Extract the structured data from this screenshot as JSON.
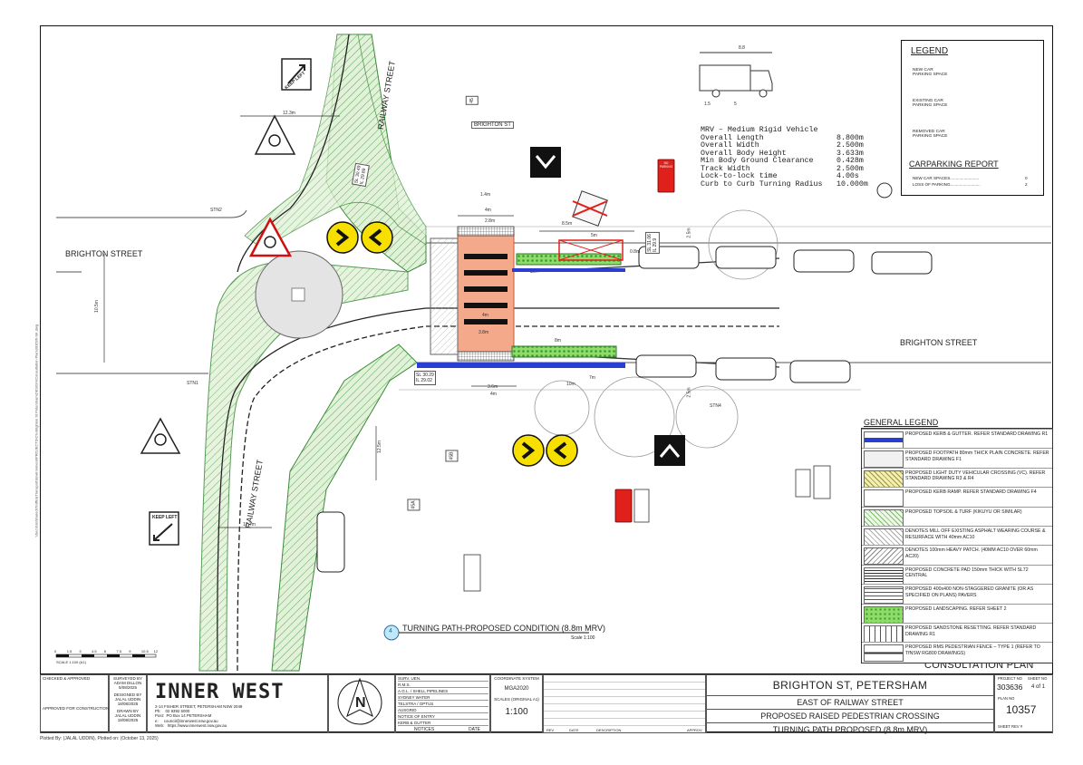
{
  "drawing": {
    "street_labels": {
      "railway_top": "RAILWAY STREET",
      "railway_bottom": "RAILWAY STREET",
      "brighton_left": "BRIGHTON STREET",
      "brighton_right": "BRIGHTON STREET",
      "brighton_st_sign": "BRIGHTON ST"
    },
    "dims": {
      "d12_3": "12.3m",
      "d10_5": "10.5m",
      "d12_5": "12.5m",
      "d12_7": "12.7m",
      "d1_4": "1.4m",
      "d4m_a": "4m",
      "d2_8": "2.8m",
      "d8_5": "8.5m",
      "d5m": "5m",
      "d0_8": "0.8m",
      "d2_5a": "2.5m",
      "d4m_b": "4m",
      "d3_8": "3.8m",
      "d8m": "8m",
      "d3_6": "3.6m",
      "d4m_c": "4m",
      "d7m": "7m",
      "d10m": "10m",
      "d2_5b": "2.5m",
      "truck_len": "8.8",
      "truck_a": "1.5",
      "truck_b": "5"
    },
    "stations": [
      "STN2",
      "STN1",
      "STN4"
    ],
    "spot_levels": {
      "a": [
        "SL 30.49",
        "IL 29.89"
      ],
      "b": [
        "SL 31.06",
        "IL 29.9"
      ],
      "c": [
        "SL 30.29",
        "IL 29.02"
      ]
    },
    "signs": {
      "keep_left_top": "KEEP LEFT",
      "keep_left_bottom": "KEEP LEFT",
      "no_parking": "NO PARKING",
      "p_45a": "45",
      "p_45b": "45B",
      "p_45c": "45A"
    },
    "mrv": {
      "title": "MRV – Medium Rigid Vehicle",
      "rows": [
        [
          "Overall Length",
          "8.800m"
        ],
        [
          "Overall Width",
          "2.500m"
        ],
        [
          "Overall Body Height",
          "3.633m"
        ],
        [
          "Min Body Ground Clearance",
          "0.428m"
        ],
        [
          "Track Width",
          "2.500m"
        ],
        [
          "Lock-to-lock time",
          "4.00s"
        ],
        [
          "Curb to Curb Turning Radius",
          "10.000m"
        ]
      ]
    },
    "view_ref": {
      "number": "4",
      "title": "TURNING PATH-PROPOSED CONDITION (8.8m MRV)",
      "scale": "Scale 1:100"
    },
    "scale_bar": [
      "0",
      "1.5",
      "3",
      "4.5",
      "6",
      "7.5",
      "9",
      "10.5",
      "12"
    ],
    "scale_bar_label": "SCALE 1:100 (A1)",
    "consultation": "CONSULTATION PLAN",
    "side_text": "\\\\Sec\\Gis\\Shared\\Traffic&Transport\\Environment\\PROJECTS\\CS-Brighton St Petersham\\DESIGN\\Consultation Plan\\303636-SK.dwg",
    "plotted": "Plotted By: (JALAL UDDIN),  Plotted on: (October 13, 2025)"
  },
  "legend": {
    "title": "LEGEND",
    "items": [
      {
        "label": "NEW CAR\nPARKING SPACE",
        "swatch_text": "NEW"
      },
      {
        "label": "EXISTING CAR\nPARKING SPACE"
      },
      {
        "label": "REMOVED CAR\nPARKING SPACE"
      }
    ],
    "report_title": "CARPARKING REPORT",
    "report_rows": [
      [
        "NEW CAR SPACES.........................",
        "0"
      ],
      [
        "LOSS OF PARKING..........................",
        "2"
      ]
    ]
  },
  "general_legend": {
    "title": "GENERAL LEGEND",
    "rows": [
      "PROPOSED KERB & GUTTER. REFER STANDARD DRAWING R1",
      "PROPOSED FOOTPATH 80mm THICK PLAIN CONCRETE. REFER STANDARD DRAWING F1",
      "PROPOSED LIGHT DUTY VEHICULAR CROSSING (VC). REFER STANDARD DRAWING R3 & R4",
      "PROPOSED KERB RAMP. REFER STANDARD DRAWING F4",
      "PROPOSED TOPSOIL & TURF (KIKUYU OR SIMILAR)",
      "DENOTES MILL OFF EXISTING ASPHALT WEARING COURSE & RESURFACE WITH 40mm AC10",
      "DENOTES 100mm HEAVY PATCH. (40MM AC10 OVER 60mm AC20)",
      "PROPOSED CONCRETE PAD 150mm THICK WITH SL72 CENTRAL",
      "PROPOSED 400x400 NON-STAGGERED GRANITE (OR AS SPECIFIED ON PLANS) PAVERS",
      "PROPOSED LANDSCAPING. REFER SHEET 2",
      "PROPOSED SANDSTONE RESETTING. REFER STANDARD DRAWING R1",
      "PROPOSED RMS PEDESTRIAN FENCE – TYPE 1 (REFER TO TfNSW RG800 DRAWINGS)"
    ]
  },
  "title_block": {
    "checked": "CHECKED & APPROVED",
    "approved_construction": "APPROVED FOR CONSTRUCTION",
    "surveyed_by": "SURVEYED BY",
    "surveyed_name": "ADAM DILLON",
    "surveyed_date": "5/08/2025",
    "designed_by": "DESIGNED BY",
    "designed_name": "JALAL UDDIN",
    "designed_date": "18/08/2025",
    "drawn_by": "DRAWN BY",
    "drawn_name": "JALAL UDDIN",
    "drawn_date": "18/08/2025",
    "logo": "INNER WEST",
    "address": [
      "2-14 FISHER STREET, PETERSHAM NSW 2049",
      "Ph:    02 9392 5000",
      "Post:  PO Box 14 PETERSHAM",
      "e:     council@innerwest.nsw.gov.au",
      "Web:   https://www.innerwest.nsw.gov.au"
    ],
    "north": "N",
    "notices": [
      "SURV. UEN.",
      "R.M.S.",
      "A.G.L. / SHELL PIPELINES",
      "SYDNEY WATER",
      "TELSTRA / OPTUS",
      "AUSGRID",
      "NOTICE OF ENTRY",
      "KERB & GUTTER"
    ],
    "notices_footer": [
      "NOTICES",
      "DATE"
    ],
    "coord_label": "COORDINATE SYSTEM",
    "coord_value": "MGA2020",
    "scales_label": "SCALES   (ORIGINAL A1)",
    "scale_value": "1:100",
    "rev_headers": [
      "REV",
      "DATE",
      "DESCRIPTION",
      "APPROV"
    ],
    "title_lines": [
      "BRIGHTON ST, PETERSHAM",
      "EAST OF RAILWAY STREET",
      "PROPOSED RAISED PEDESTRIAN CROSSING",
      "TURNING PATH PROPOSED (8.8m MRV)"
    ],
    "project_no_label": "PROJECT NO",
    "project_no": "303636",
    "sheet_no_label": "SHEET NO",
    "sheet_no": "4 of 1",
    "plan_no_label": "PLAN NO",
    "plan_no": "10357",
    "sheet_rev_label": "SHEET REV #"
  },
  "colors": {
    "crossing": "#f4a98a",
    "turf": "#c9e6b8",
    "landscaping": "#7bd35a",
    "kerb_blue": "#2a3fd1",
    "sign_yellow": "#f7e000",
    "no_parking_red": "#e0201a"
  }
}
